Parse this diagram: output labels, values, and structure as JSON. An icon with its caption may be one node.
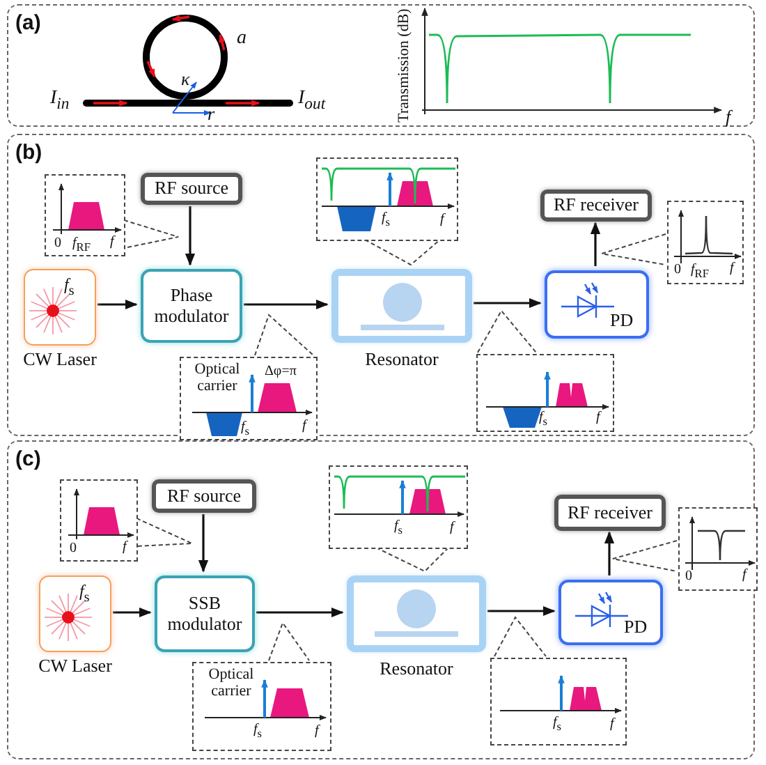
{
  "diagram": {
    "nodes": [
      {
        "text": [
          "(a)"
        ]
      },
      {
        "text": [
          "(b)"
        ]
      },
      {
        "text": [
          "0",
          "*f*$_{RF}$",
          "f"
        ],
        "in": 1
      },
      {
        "text": [
          "RF source"
        ],
        "in": 1
      },
      {
        "text": [
          "*f*$_{s}$",
          "f"
        ],
        "in": 1
      },
      {
        "text": [
          "RF receiver"
        ],
        "in": 1
      },
      {
        "text": [
          "0",
          "*f*$_{RF}$",
          "f"
        ],
        "in": 1
      },
      {
        "text": [
          "*f*$_{s}$",
          "CW Laser"
        ],
        "in": 1
      },
      {
        "text": [
          "Phase modulator"
        ],
        "in": 1
      },
      {
        "text": [
          "Resonator"
        ],
        "in": 1
      },
      {
        "text": [
          "PD"
        ],
        "in": 1
      },
      {
        "text": [
          "Optical carrier",
          "Δφ=π",
          "*f*$_{s}$",
          "f"
        ],
        "in": 1
      },
      {
        "text": [
          "*f*$_{s}$",
          "f"
        ],
        "in": 1
      },
      {
        "text": [
          "(c)"
        ]
      },
      {
        "text": [
          "0",
          "f"
        ],
        "in": 13
      },
      {
        "text": [
          "RF source"
        ],
        "in": 13
      },
      {
        "text": [
          "*f*$_{s}$",
          "f"
        ],
        "in": 13
      },
      {
        "text": [
          "RF receiver"
        ],
        "in": 13
      },
      {
        "text": [
          "0",
          "f"
        ],
        "in": 13
      },
      {
        "text": [
          "*f*$_{s}$",
          "CW Laser"
        ],
        "in": 13
      },
      {
        "text": [
          "SSB modulator"
        ],
        "in": 13
      },
      {
        "text": [
          "Resonator"
        ],
        "in": 13
      },
      {
        "text": [
          "PD"
        ],
        "in": 13
      },
      {
        "text": [
          "Optical carrier",
          "*f*$_{s}$",
          "f"
        ],
        "in": 13
      },
      {
        "text": [
          "*f*$_{s}$",
          "f"
        ],
        "in": 13
      }
    ],
    "edges": [
      {
        "from": 3,
        "to": 8,
        "arrow": "to"
      },
      {
        "from": 7,
        "to": 8,
        "arrow": "to"
      },
      {
        "from": 8,
        "to": 9,
        "arrow": "to"
      },
      {
        "from": 9,
        "to": 10,
        "arrow": "to"
      },
      {
        "from": 10,
        "to": 5,
        "arrow": "to"
      },
      {
        "from": 15,
        "to": 20,
        "arrow": "to"
      },
      {
        "from": 19,
        "to": 20,
        "arrow": "to"
      },
      {
        "from": 20,
        "to": 21,
        "arrow": "to"
      },
      {
        "from": 21,
        "to": 22,
        "arrow": "to"
      },
      {
        "from": 22,
        "to": 17,
        "arrow": "to"
      }
    ],
    "labels": [
      "a",
      "κ",
      "I$_{in}$",
      "I$_{out}$",
      "r",
      "Transmission (dB)",
      "f"
    ]
  }
}
